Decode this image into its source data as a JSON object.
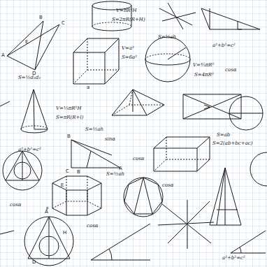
{
  "diagram": {
    "labels": [
      "V=πR²H",
      "S=2πR(R+H)",
      "V=a³",
      "S=6a²",
      "a²+b²=c²",
      "S=½ah",
      "cosα",
      "V=⁴⁄₃πR³",
      "S=4πR²",
      "S=½d₁d₂",
      "V=⅓πR²H",
      "S=πR(R+l)",
      "S=½ah",
      "sinα",
      "a²+b²=c²",
      "cosα",
      "S=ab",
      "S=2(ab+bc+ac)",
      "cosα",
      "S=½ah",
      "cosα",
      "cosα",
      "a²+b²=c²",
      "A",
      "B",
      "C",
      "D",
      "E",
      "a",
      "A",
      "B",
      "C",
      "E",
      "F",
      "B",
      "D",
      "A",
      "H"
    ]
  }
}
